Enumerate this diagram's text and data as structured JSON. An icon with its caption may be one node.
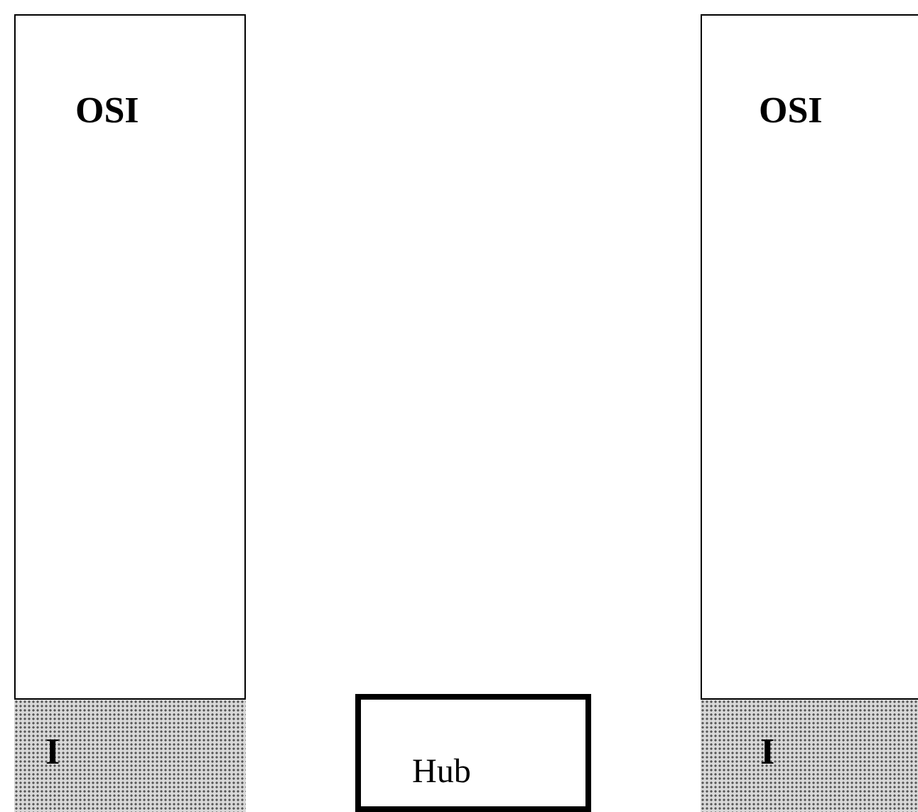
{
  "diagram": {
    "nodes": [
      {
        "text": [
          "OSI"
        ]
      },
      {
        "text": [
          "I"
        ],
        "in": 0
      },
      {
        "text": [
          "Hub"
        ]
      },
      {
        "text": [
          "OSI"
        ]
      },
      {
        "text": [
          "I"
        ],
        "in": 3
      }
    ]
  }
}
